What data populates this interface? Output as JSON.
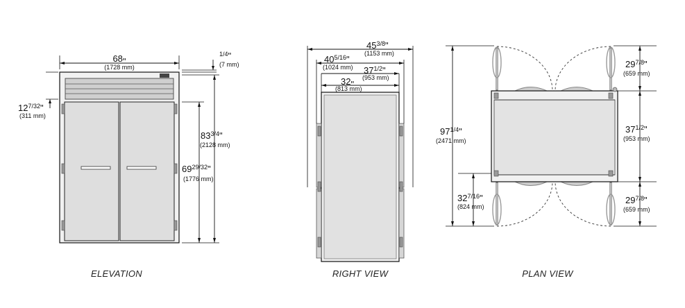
{
  "views": {
    "elevation": {
      "caption": "ELEVATION",
      "width": {
        "whole": "68",
        "frac": "",
        "unit": "\"",
        "mm": "(1728 mm)"
      },
      "top_gap": {
        "whole": "",
        "frac": "1/4",
        "unit": "\"",
        "mm": "(7 mm)"
      },
      "grille_height": {
        "whole": "12",
        "frac": "7/32",
        "unit": "\"",
        "mm": "(311 mm)"
      },
      "total_height": {
        "whole": "83",
        "frac": "3/4",
        "unit": "\"",
        "mm": "(2128 mm)"
      },
      "door_height": {
        "whole": "69",
        "frac": "29/32",
        "unit": "\"",
        "mm": "(1776 mm)"
      }
    },
    "right": {
      "caption": "RIGHT VIEW",
      "overall_depth": {
        "whole": "45",
        "frac": "3/8",
        "unit": "\"",
        "mm": "(1153 mm)"
      },
      "depth_2": {
        "whole": "40",
        "frac": "5/16",
        "unit": "\"",
        "mm": "(1024 mm)"
      },
      "depth_3": {
        "whole": "37",
        "frac": "1/2",
        "unit": "\"",
        "mm": "(953 mm)"
      },
      "depth_4": {
        "whole": "32",
        "frac": "",
        "unit": "\"",
        "mm": "(813 mm)"
      }
    },
    "plan": {
      "caption": "PLAN VIEW",
      "total_depth": {
        "whole": "97",
        "frac": "1/4",
        "unit": "\"",
        "mm": "(2471 mm)"
      },
      "swing_top": {
        "whole": "29",
        "frac": "7/8",
        "unit": "\"",
        "mm": "(659 mm)"
      },
      "cabinet_depth": {
        "whole": "37",
        "frac": "1/2",
        "unit": "\"",
        "mm": "(953 mm)"
      },
      "swing_bottom": {
        "whole": "29",
        "frac": "7/8",
        "unit": "\"",
        "mm": "(659 mm)"
      },
      "door_offset": {
        "whole": "32",
        "frac": "7/16",
        "unit": "\"",
        "mm": "(824 mm)"
      }
    }
  }
}
